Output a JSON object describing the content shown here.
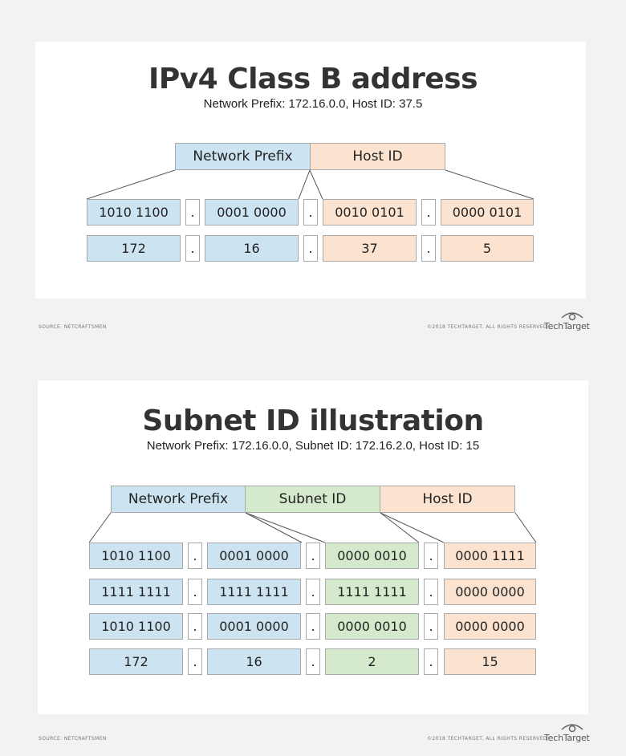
{
  "diagram1": {
    "title": "IPv4 Class B address",
    "subtitle": "Network Prefix: 172.16.0.0, Host ID: 37.5",
    "headers": {
      "network": "Network Prefix",
      "host": "Host ID"
    },
    "rows": [
      [
        "1010 1100",
        ".",
        "0001 0000",
        ".",
        "0010 0101",
        ".",
        "0000 0101"
      ],
      [
        "172",
        ".",
        "16",
        ".",
        "37",
        ".",
        "5"
      ]
    ]
  },
  "diagram2": {
    "title": "Subnet ID illustration",
    "subtitle": "Network Prefix: 172.16.0.0, Subnet ID: 172.16.2.0, Host ID: 15",
    "headers": {
      "network": "Network Prefix",
      "subnet": "Subnet ID",
      "host": "Host ID"
    },
    "rows": [
      [
        "1010 1100",
        ".",
        "0001 0000",
        ".",
        "0000 0010",
        ".",
        "0000 1111"
      ],
      [
        "1111 1111",
        ".",
        "1111 1111",
        ".",
        "1111 1111",
        ".",
        "0000 0000"
      ],
      [
        "1010 1100",
        ".",
        "0001 0000",
        ".",
        "0000 0010",
        ".",
        "0000 0000"
      ],
      [
        "172",
        ".",
        "16",
        ".",
        "2",
        ".",
        "15"
      ]
    ]
  },
  "footer": {
    "source": "SOURCE: NETCRAFTSMEN",
    "copyright": "©2018 TECHTARGET. ALL RIGHTS RESERVED",
    "logo": "TechTarget"
  },
  "colors": {
    "network": "#cce4f2",
    "host": "#fbe3cf",
    "subnet": "#d5eacc"
  }
}
